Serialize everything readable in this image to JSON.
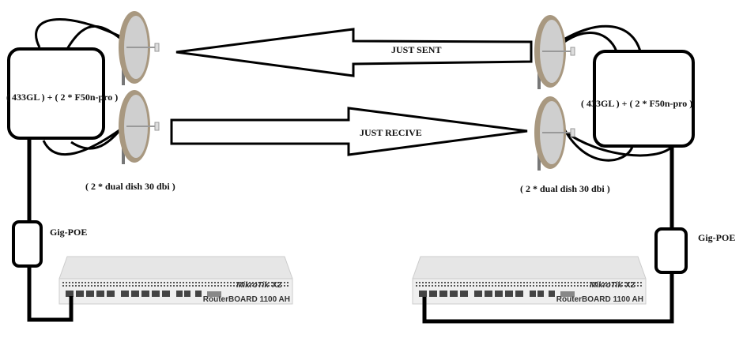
{
  "left_site": {
    "device_label": "( 433GL ) + ( 2 * F50n-pro )",
    "antenna_label": "( 2 * dual dish 30 dbi )",
    "poe_label": "Gig-POE",
    "router_brand": "MikroTik",
    "router_model": "RouterBOARD 1100 AH",
    "router_suffix": "X2"
  },
  "right_site": {
    "device_label": "( 433GL ) + ( 2 * F50n-pro )",
    "antenna_label": "( 2 * dual dish 30 dbi )",
    "poe_label": "Gig-POE",
    "router_brand": "MikroTik",
    "router_model": "RouterBOARD 1100 AH",
    "router_suffix": "X2"
  },
  "links": {
    "top_arrow": {
      "label": "JUST SENT",
      "direction": "left"
    },
    "bottom_arrow": {
      "label": "JUST RECIVE",
      "direction": "right"
    }
  },
  "colors": {
    "dish_rim": "#a89880",
    "dish_face": "#c8c8c8",
    "router_body": "#e6e6e6"
  }
}
